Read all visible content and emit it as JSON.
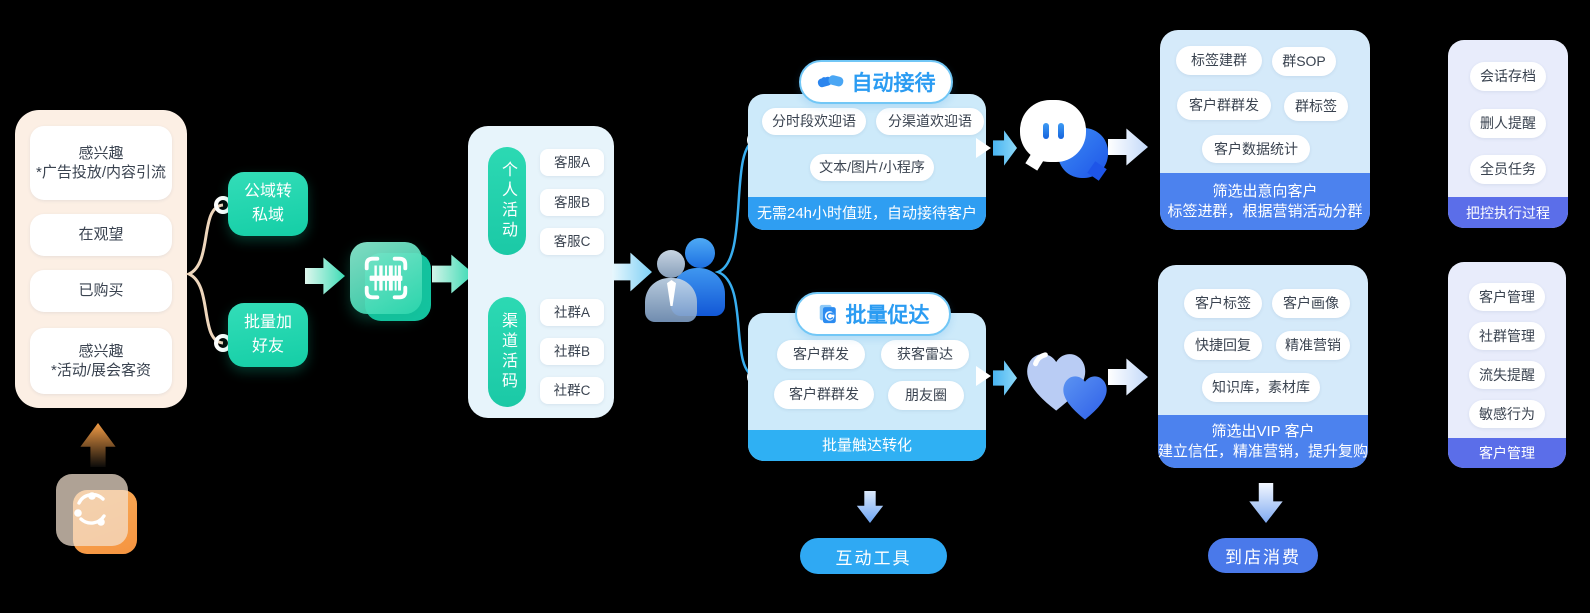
{
  "funnel": {
    "items": [
      {
        "line1": "感兴趣",
        "line2": "*广告投放/内容引流"
      },
      {
        "line1": "在观望",
        "line2": ""
      },
      {
        "line1": "已购买",
        "line2": ""
      },
      {
        "line1": "感兴趣",
        "line2": "*活动/展会客资"
      }
    ]
  },
  "entry": {
    "top_pill": {
      "line1": "公域转",
      "line2": "私域"
    },
    "bottom_pill": {
      "line1": "批量加",
      "line2": "好友"
    }
  },
  "live_code_card": {
    "groups": [
      {
        "label": "个人活动",
        "items": [
          "客服A",
          "客服B",
          "客服C"
        ]
      },
      {
        "label": "渠道活码",
        "items": [
          "社群A",
          "社群B",
          "社群C"
        ]
      }
    ]
  },
  "auto_reception_card": {
    "title": "自动接待",
    "features": [
      "分时段欢迎语",
      "分渠道欢迎语",
      "文本/图片/小程序"
    ],
    "footer": "无需24h小时值班，自动接待客户"
  },
  "batch_reach_card": {
    "title": "批量促达",
    "features": [
      "客户群发",
      "获客雷达",
      "客户群群发",
      "朋友圈"
    ],
    "footer": "批量触达转化"
  },
  "interactive_tool_button": "互动工具",
  "group_marketing_card": {
    "features": [
      "标签建群",
      "群SOP",
      "客户群群发",
      "群标签",
      "客户数据统计"
    ],
    "footer_line1": "筛选出意向客户",
    "footer_line2": "标签进群，根据营销活动分群"
  },
  "vip_marketing_card": {
    "features": [
      "客户标签",
      "客户画像",
      "快捷回复",
      "精准营销",
      "知识库，素材库"
    ],
    "footer_line1": "筛选出VIP 客户",
    "footer_line2": "建立信任，精准营销，提升复购"
  },
  "store_button": "到店消费",
  "execution_card": {
    "features": [
      "会话存档",
      "删人提醒",
      "全员任务"
    ],
    "footer": "把控执行过程"
  },
  "management_card": {
    "features": [
      "客户管理",
      "社群管理",
      "流失提醒",
      "敏感行为"
    ],
    "footer": "客户管理"
  },
  "icons": {
    "share_icon": "circular-share-network",
    "scan_icon": "barcode-scan",
    "person_icon": "customer-user",
    "handshake_icon": "handshake",
    "batch_doc_icon": "book-with-circular-arrow",
    "chat_icon": "double-chat-bubbles",
    "heart_icon": "double-hearts"
  },
  "colors": {
    "background": "#000000",
    "funnel_bg": "#fcefe4",
    "teal": "#1fd3ac",
    "light_blue_card": "#cdeafa",
    "blue_accent": "#2b9cf2",
    "footer_blue": "#2f9ef2",
    "footer_sky": "#2fb0f3",
    "footer_indigo": "#4c82ee",
    "footer_violet": "#5b6ee9",
    "button_blue": "#2fa9f3",
    "button_indigo": "#4a79ea",
    "right_card_bg": "#d5eafa",
    "far_right_card_bg": "#e8ecfb",
    "orange": "#f5a04c"
  }
}
